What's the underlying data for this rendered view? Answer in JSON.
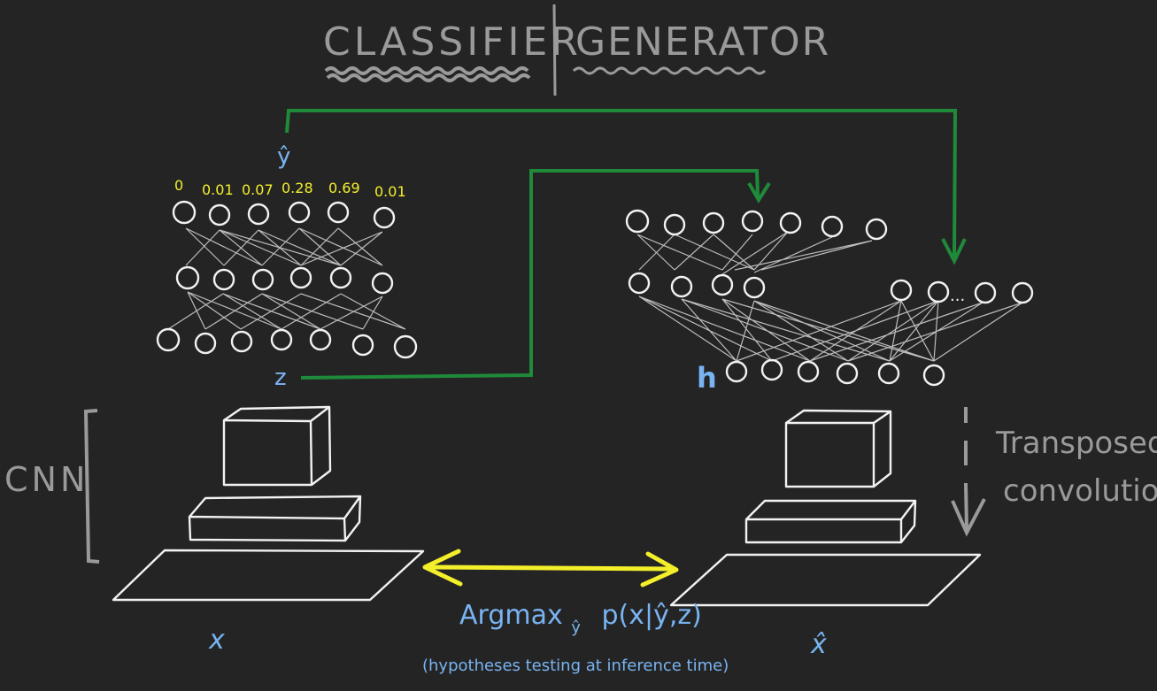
{
  "header": {
    "classifier_label": "CLASSIFIER",
    "generator_label": "GENERATOR"
  },
  "classifier": {
    "output_label": "ŷ",
    "latent_label": "z",
    "probabilities": [
      "0",
      "0.01",
      "0.07",
      "0.28",
      "0.69",
      "0.01"
    ],
    "cnn_label": "CNN",
    "input_label": "x"
  },
  "generator": {
    "hidden_label": "h",
    "ellipsis": "...",
    "transposed_label_line1": "Transposed",
    "transposed_label_line2": "convolution",
    "output_label": "x̂"
  },
  "inference": {
    "formula": "Argmax p(x|ŷ,z)",
    "formula_main": "Argmax",
    "formula_subscript": "ŷ",
    "formula_rest": "p(x|ŷ,z)",
    "note": "(hypotheses testing at inference time)"
  },
  "colors": {
    "background": "#242424",
    "chalk": "#f2f2f2",
    "gray": "#9a9a9a",
    "blue": "#79b4f2",
    "yellow": "#f3ef2a",
    "green": "#1f8a3a"
  }
}
